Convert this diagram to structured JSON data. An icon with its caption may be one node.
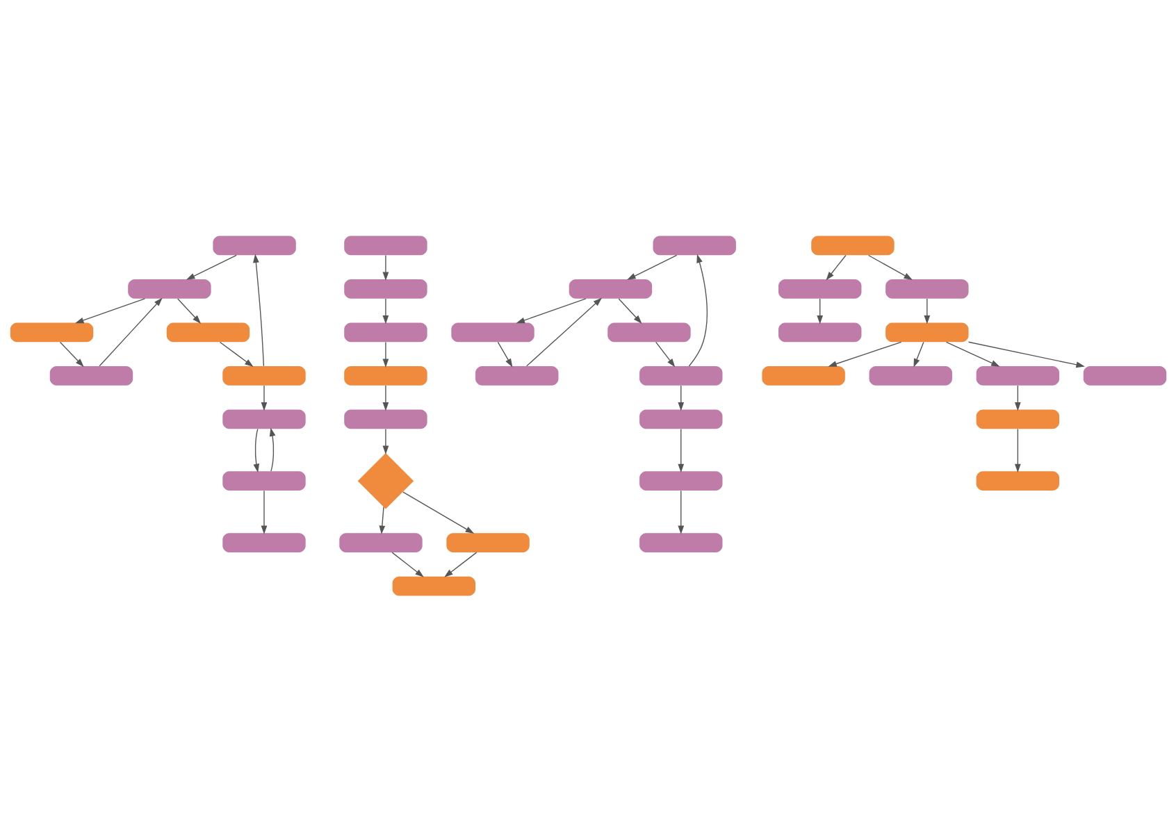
{
  "diagram": {
    "nodes": [
      {
        "text": [],
        "shape": "box"
      },
      {
        "text": [],
        "shape": "box"
      },
      {
        "text": [],
        "shape": "box"
      },
      {
        "text": [],
        "shape": "box"
      },
      {
        "text": [],
        "shape": "box"
      },
      {
        "text": [],
        "shape": "box"
      },
      {
        "text": [],
        "shape": "box"
      },
      {
        "text": [],
        "shape": "box"
      },
      {
        "text": [],
        "shape": "box"
      },
      {
        "text": [],
        "shape": "box"
      },
      {
        "text": [],
        "shape": "box"
      },
      {
        "text": [],
        "shape": "box"
      },
      {
        "text": [],
        "shape": "box"
      },
      {
        "text": [],
        "shape": "box"
      },
      {
        "text": [],
        "shape": "diamond"
      },
      {
        "text": [],
        "shape": "box"
      },
      {
        "text": [],
        "shape": "box"
      },
      {
        "text": [],
        "shape": "box"
      },
      {
        "text": [],
        "shape": "box"
      },
      {
        "text": [],
        "shape": "box"
      },
      {
        "text": [],
        "shape": "box"
      },
      {
        "text": [],
        "shape": "box"
      },
      {
        "text": [],
        "shape": "box"
      },
      {
        "text": [],
        "shape": "box"
      },
      {
        "text": [],
        "shape": "box"
      },
      {
        "text": [],
        "shape": "box"
      },
      {
        "text": [],
        "shape": "box"
      },
      {
        "text": [],
        "shape": "box"
      },
      {
        "text": [],
        "shape": "box"
      },
      {
        "text": [],
        "shape": "box"
      },
      {
        "text": [],
        "shape": "box"
      },
      {
        "text": [],
        "shape": "box"
      },
      {
        "text": [],
        "shape": "box"
      },
      {
        "text": [],
        "shape": "box"
      },
      {
        "text": [],
        "shape": "box"
      },
      {
        "text": [],
        "shape": "box"
      },
      {
        "text": [],
        "shape": "box"
      },
      {
        "text": [],
        "shape": "box"
      }
    ],
    "edges": [
      {
        "from": 0,
        "to": 1,
        "arrow": "to"
      },
      {
        "from": 1,
        "to": 2,
        "arrow": "to"
      },
      {
        "from": 1,
        "to": 3,
        "arrow": "to"
      },
      {
        "from": 2,
        "to": 4,
        "arrow": "to"
      },
      {
        "from": 3,
        "to": 5,
        "arrow": "to"
      },
      {
        "from": 4,
        "to": 0,
        "arrow": "to"
      },
      {
        "from": 5,
        "to": 1,
        "arrow": "to"
      },
      {
        "from": 4,
        "to": 6,
        "arrow": "to"
      },
      {
        "from": 6,
        "to": 7,
        "arrow": "to"
      },
      {
        "from": 7,
        "to": 8,
        "arrow": "to"
      },
      {
        "from": 7,
        "to": 6,
        "arrow": "to"
      },
      {
        "from": 9,
        "to": 10,
        "arrow": "to"
      },
      {
        "from": 10,
        "to": 11,
        "arrow": "to"
      },
      {
        "from": 11,
        "to": 12,
        "arrow": "to"
      },
      {
        "from": 12,
        "to": 13,
        "arrow": "to"
      },
      {
        "from": 13,
        "to": 14,
        "arrow": "to"
      },
      {
        "from": 14,
        "to": 15,
        "arrow": "to"
      },
      {
        "from": 14,
        "to": 16,
        "arrow": "to"
      },
      {
        "from": 15,
        "to": 17,
        "arrow": "to"
      },
      {
        "from": 16,
        "to": 17,
        "arrow": "to"
      },
      {
        "from": 18,
        "to": 19,
        "arrow": "to"
      },
      {
        "from": 19,
        "to": 20,
        "arrow": "to"
      },
      {
        "from": 19,
        "to": 21,
        "arrow": "to"
      },
      {
        "from": 20,
        "to": 22,
        "arrow": "to"
      },
      {
        "from": 21,
        "to": 23,
        "arrow": "to"
      },
      {
        "from": 22,
        "to": 18,
        "arrow": "to"
      },
      {
        "from": 23,
        "to": 19,
        "arrow": "to"
      },
      {
        "from": 22,
        "to": 24,
        "arrow": "to"
      },
      {
        "from": 24,
        "to": 25,
        "arrow": "to"
      },
      {
        "from": 25,
        "to": 26,
        "arrow": "to"
      },
      {
        "from": 27,
        "to": 28,
        "arrow": "to"
      },
      {
        "from": 27,
        "to": 30,
        "arrow": "to"
      },
      {
        "from": 28,
        "to": 29,
        "arrow": "to"
      },
      {
        "from": 30,
        "to": 31,
        "arrow": "to"
      },
      {
        "from": 31,
        "to": 32,
        "arrow": "to"
      },
      {
        "from": 31,
        "to": 33,
        "arrow": "to"
      },
      {
        "from": 31,
        "to": 34,
        "arrow": "to"
      },
      {
        "from": 31,
        "to": 35,
        "arrow": "to"
      },
      {
        "from": 34,
        "to": 36,
        "arrow": "to"
      },
      {
        "from": 36,
        "to": 37,
        "arrow": "to"
      }
    ]
  }
}
